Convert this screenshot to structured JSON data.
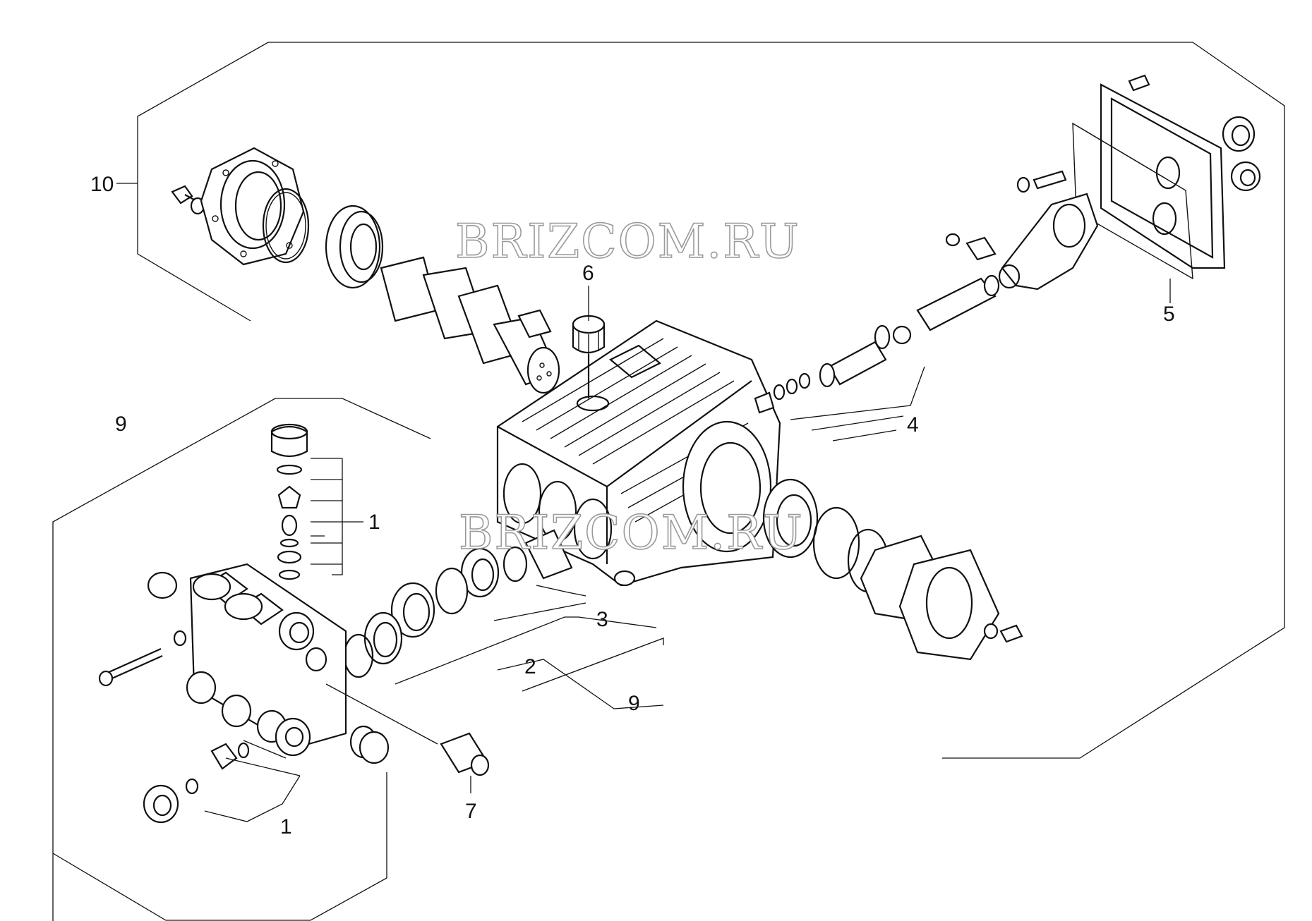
{
  "watermark": {
    "text": "BRIZCOM.RU"
  },
  "callouts": [
    {
      "id": "c10",
      "label": "10"
    },
    {
      "id": "c6",
      "label": "6"
    },
    {
      "id": "c5",
      "label": "5"
    },
    {
      "id": "c4",
      "label": "4"
    },
    {
      "id": "c9a",
      "label": "9"
    },
    {
      "id": "c1a",
      "label": "1"
    },
    {
      "id": "c3",
      "label": "3"
    },
    {
      "id": "c2",
      "label": "2"
    },
    {
      "id": "c9b",
      "label": "9"
    },
    {
      "id": "c7",
      "label": "7"
    },
    {
      "id": "c1b",
      "label": "1"
    }
  ]
}
